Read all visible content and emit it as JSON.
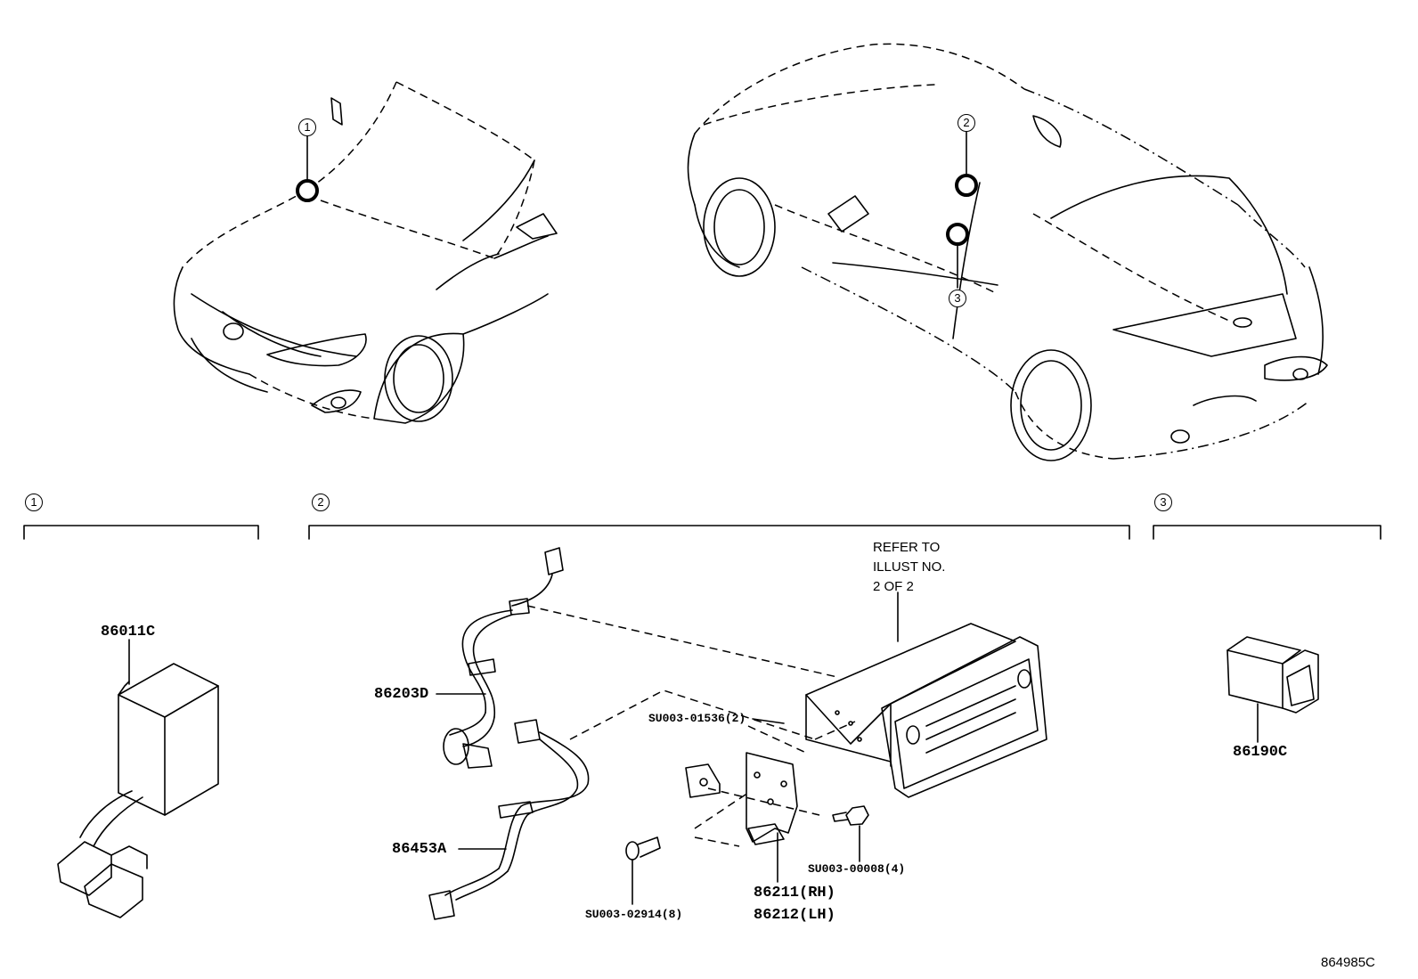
{
  "callouts": {
    "c1": "1",
    "c2": "2",
    "c3": "3"
  },
  "sections": {
    "s1": "1",
    "s2": "2",
    "s3": "3"
  },
  "parts": {
    "p86011C": "86011C",
    "p86203D": "86203D",
    "p86453A": "86453A",
    "pSU00301536": "SU003-01536(2)",
    "pSU00300008": "SU003-00008(4)",
    "pSU00302914": "SU003-02914(8)",
    "p86211": "86211(RH)",
    "p86212": "86212(LH)",
    "p86190C": "86190C"
  },
  "note": {
    "line1": "REFER TO",
    "line2": "ILLUST NO.",
    "line3": "2 OF 2"
  },
  "illustration_id": "864985C"
}
